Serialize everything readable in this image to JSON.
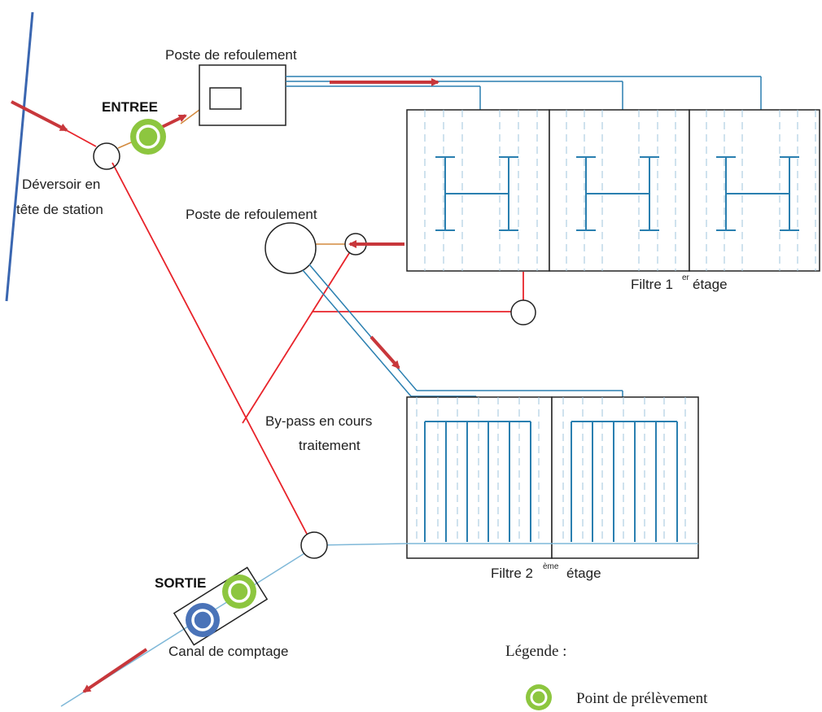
{
  "labels": {
    "poste_top": "Poste de refoulement",
    "poste_mid": "Poste de refoulement",
    "entree": "ENTREE",
    "deversoir_line1": "Déversoir en",
    "deversoir_line2": "tête de station",
    "filtre1_main": "Filtre 1",
    "filtre1_sup": "er",
    "filtre1_tail": " étage",
    "filtre2_main": "Filtre 2",
    "filtre2_sup": "ème",
    "filtre2_tail": " étage",
    "bypass_line1": "By-pass en cours",
    "bypass_line2": "traitement",
    "sortie": "SORTIE",
    "canal": "Canal de comptage"
  },
  "legend": {
    "title": "Légende :",
    "items": [
      {
        "label": "Point de prélèvement",
        "color": "#8dc63f"
      }
    ]
  },
  "colors": {
    "pipe_red": "#e8232a",
    "arrow_red": "#c8373b",
    "pipe_blue": "#2a7fb0",
    "canal_blue": "#7fb8d8",
    "sample_green": "#8dc63f",
    "sample_blue": "#4a73b8",
    "orange_link": "#d38a3e",
    "river": "#3a66b0"
  }
}
